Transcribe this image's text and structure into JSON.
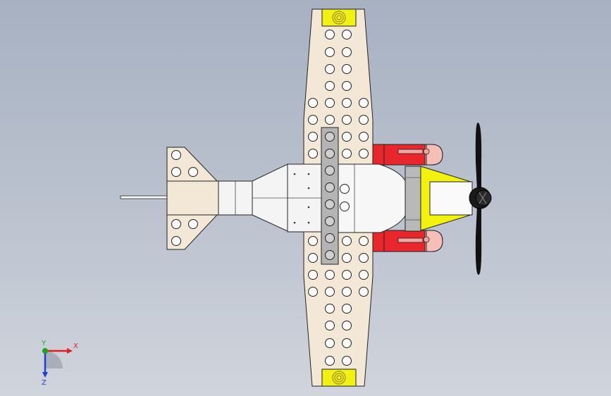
{
  "colors": {
    "background_top": "#a7b1c2",
    "background_bottom": "#d0d4dc",
    "brick_tan": "#f3e8d6",
    "plate_gray": "#b4b4b4",
    "fuselage_white": "#f4f4f4",
    "engine_red": "#e8262b",
    "engine_pink": "#f5bfb8",
    "nose_yellow": "#f3f20f",
    "wingtip_yellow": "#f1f214",
    "propeller_black": "#111111",
    "axis_x": "#e41d1d",
    "axis_y": "#1aa51a",
    "axis_z": "#1d3fd6"
  },
  "triad": {
    "x_label": "X",
    "y_label": "Y",
    "z_label": "Z"
  }
}
